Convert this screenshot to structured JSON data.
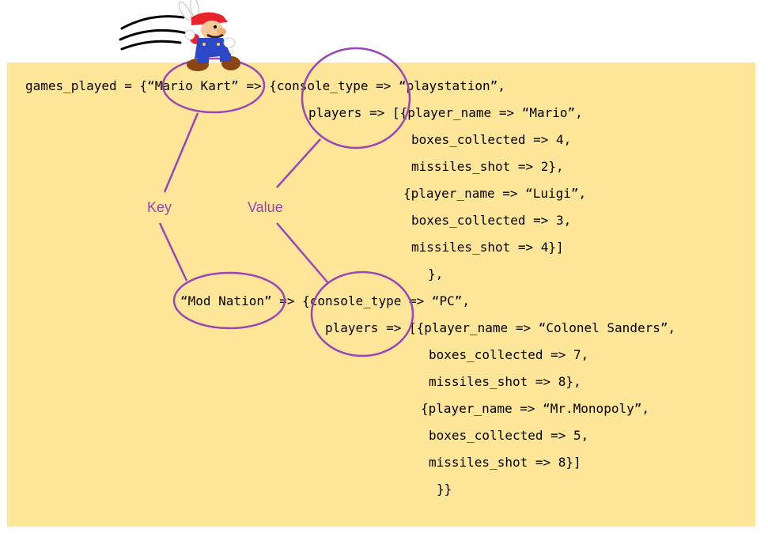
{
  "code": {
    "lines": [
      "games_played = {“Mario Kart” => {console_type => “playstation”,",
      "players => [{player_name => “Mario”,",
      "boxes_collected => 4,",
      "missiles_shot => 2},",
      "{player_name => “Luigi”,",
      "boxes_collected => 3,",
      "missiles_shot => 4}]",
      "},",
      "“Mod Nation” => {console_type => “PC”,",
      "players => [{player_name => “Colonel Sanders”,",
      "boxes_collected => 7,",
      "missiles_shot => 8},",
      "{player_name => “Mr.Monopoly”,",
      "boxes_collected => 5,",
      "missiles_shot => 8}]",
      "}}"
    ]
  },
  "labels": {
    "key": "Key",
    "value": "Value"
  },
  "colors": {
    "panel_background": "#ffe699",
    "annotation": "#9b44b5",
    "code_text": "#000000"
  },
  "icons": {
    "mascot": "mario-jumping-icon"
  }
}
